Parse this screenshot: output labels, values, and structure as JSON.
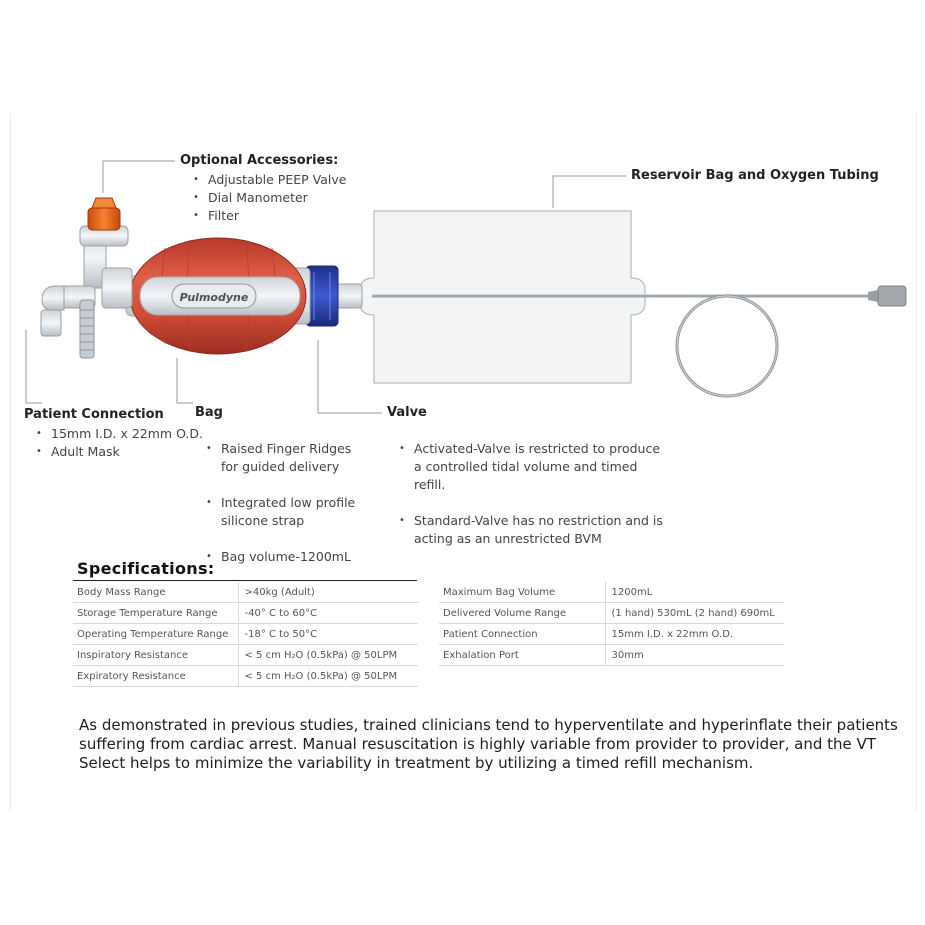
{
  "brand": {
    "logo_text": "Pulmodyne",
    "bag_color": "#d9533e",
    "valve_color": "#2a46b8",
    "cap_color": "#ee6a1c"
  },
  "callouts": {
    "accessories": {
      "title": "Optional Accessories:",
      "items": [
        "Adjustable PEEP Valve",
        "Dial Manometer",
        "Filter"
      ]
    },
    "reservoir": {
      "title": "Reservoir Bag and Oxygen Tubing"
    },
    "patient": {
      "title": "Patient Connection",
      "items": [
        "15mm I.D. x 22mm O.D.",
        "Adult Mask"
      ]
    },
    "bag": {
      "title": "Bag",
      "items": [
        "Raised Finger Ridges\nfor guided delivery",
        "Integrated low profile\nsilicone strap",
        "Bag volume-1200mL"
      ]
    },
    "valve": {
      "title": "Valve",
      "items": [
        "Activated-Valve is restricted to produce\na controlled tidal volume and timed\nrefill.",
        "Standard-Valve has no restriction and is\nacting as an unrestricted BVM"
      ]
    }
  },
  "specs": {
    "title": "Specifications:",
    "left": [
      {
        "label": "Body Mass Range",
        "value": ">40kg (Adult)"
      },
      {
        "label": "Storage Temperature Range",
        "value": "-40° C to 60°C"
      },
      {
        "label": "Operating Temperature Range",
        "value": "-18° C to 50°C"
      },
      {
        "label": "Inspiratory Resistance",
        "value": "< 5 cm H₂O (0.5kPa) @ 50LPM"
      },
      {
        "label": "Expiratory Resistance",
        "value": "< 5 cm H₂O (0.5kPa) @ 50LPM"
      }
    ],
    "right": [
      {
        "label": "Maximum Bag Volume",
        "value": "1200mL"
      },
      {
        "label": "Delivered Volume Range",
        "value": "(1 hand) 530mL (2 hand) 690mL"
      },
      {
        "label": "Patient Connection",
        "value": "15mm I.D. x 22mm O.D."
      },
      {
        "label": "Exhalation Port",
        "value": "30mm"
      }
    ]
  },
  "paragraph": "As demonstrated in previous studies, trained clinicians tend to hyperventilate and hyperinflate their patients suffering from cardiac arrest. Manual resuscitation is highly variable from provider to provider, and the VT Select helps to minimize the variability in treatment by utilizing a timed refill mechanism."
}
